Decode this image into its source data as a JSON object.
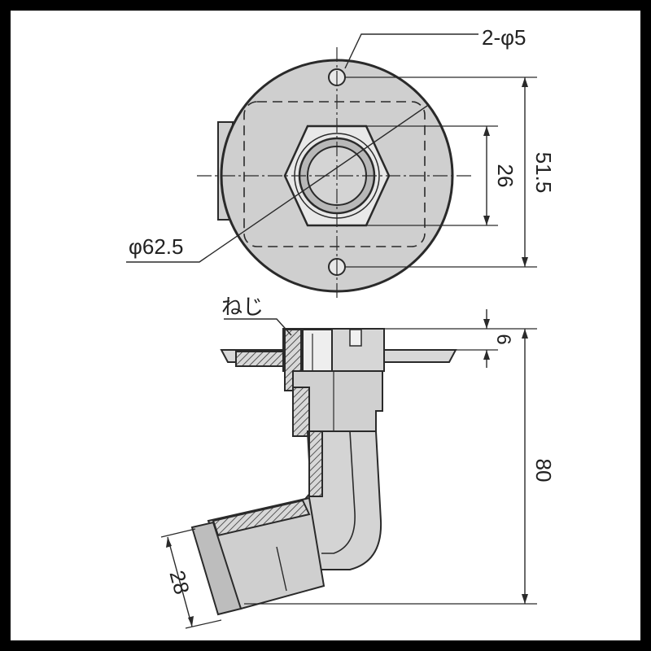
{
  "labels": {
    "holes": "2-φ5",
    "diameter": "φ62.5",
    "pitch": "26",
    "height_top": "51.5",
    "screw": "ねじ",
    "flange": "6",
    "total_height": "80",
    "outlet": "28"
  },
  "colors": {
    "frame": "#000000",
    "paper": "#ffffff",
    "line": "#2a2a2a",
    "body_fill": "#cfcfcf",
    "light_fill": "#e8e8e8"
  }
}
